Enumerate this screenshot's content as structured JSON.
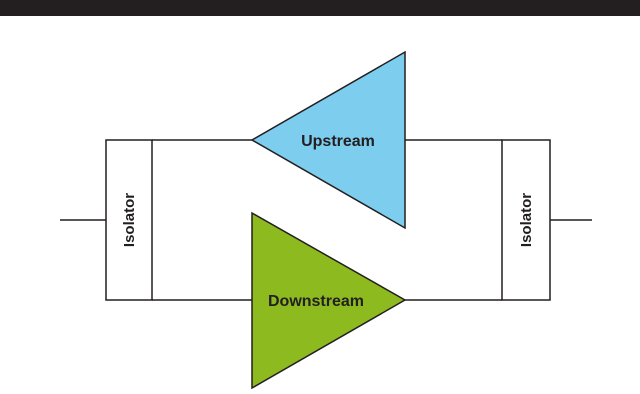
{
  "diagram": {
    "upstream_label": "Upstream",
    "downstream_label": "Downstream",
    "left_isolator_label": "Isolator",
    "right_isolator_label": "Isolator"
  },
  "colors": {
    "top_bar": "#231f20",
    "upstream_fill": "#7dcdee",
    "downstream_fill": "#8cba1f",
    "line": "#231f20"
  }
}
